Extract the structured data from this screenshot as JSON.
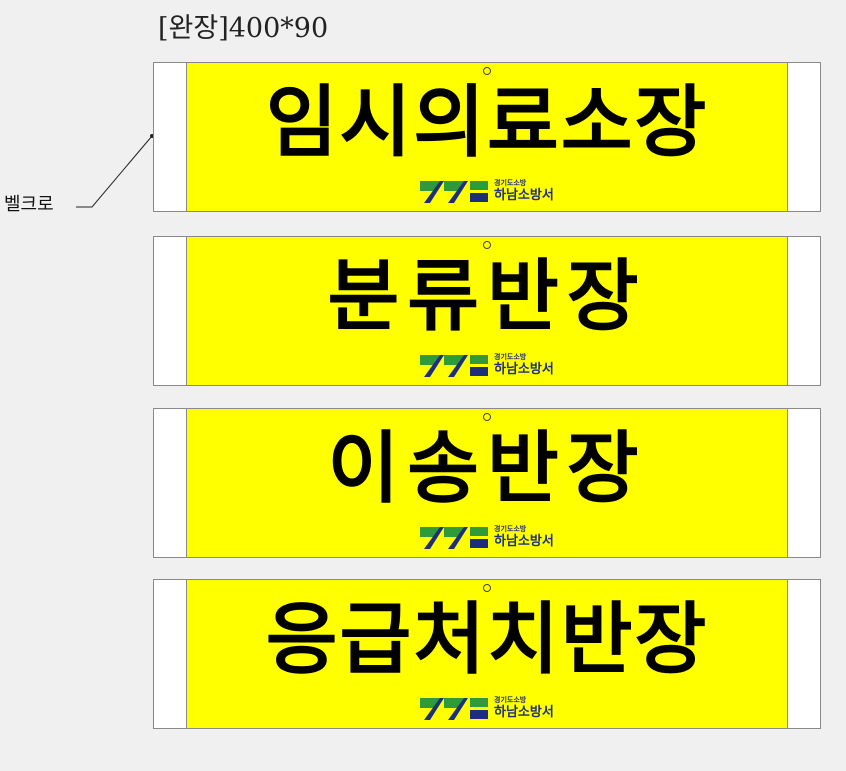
{
  "spec": {
    "title": "[완장]400*90",
    "velcro_label": "벨크로"
  },
  "colors": {
    "armband_face": "#ffff00",
    "armband_edge": "#ffffff",
    "text": "#000000",
    "logo_blue": "#1d2f7a",
    "logo_green": "#2e9a3a"
  },
  "armbands": [
    {
      "role": "임시의료소장",
      "org_small": "경기도소방",
      "org_main": "하남소방서"
    },
    {
      "role": "분류반장",
      "org_small": "경기도소방",
      "org_main": "하남소방서"
    },
    {
      "role": "이송반장",
      "org_small": "경기도소방",
      "org_main": "하남소방서"
    },
    {
      "role": "응급처치반장",
      "org_small": "경기도소방",
      "org_main": "하남소방서"
    }
  ]
}
